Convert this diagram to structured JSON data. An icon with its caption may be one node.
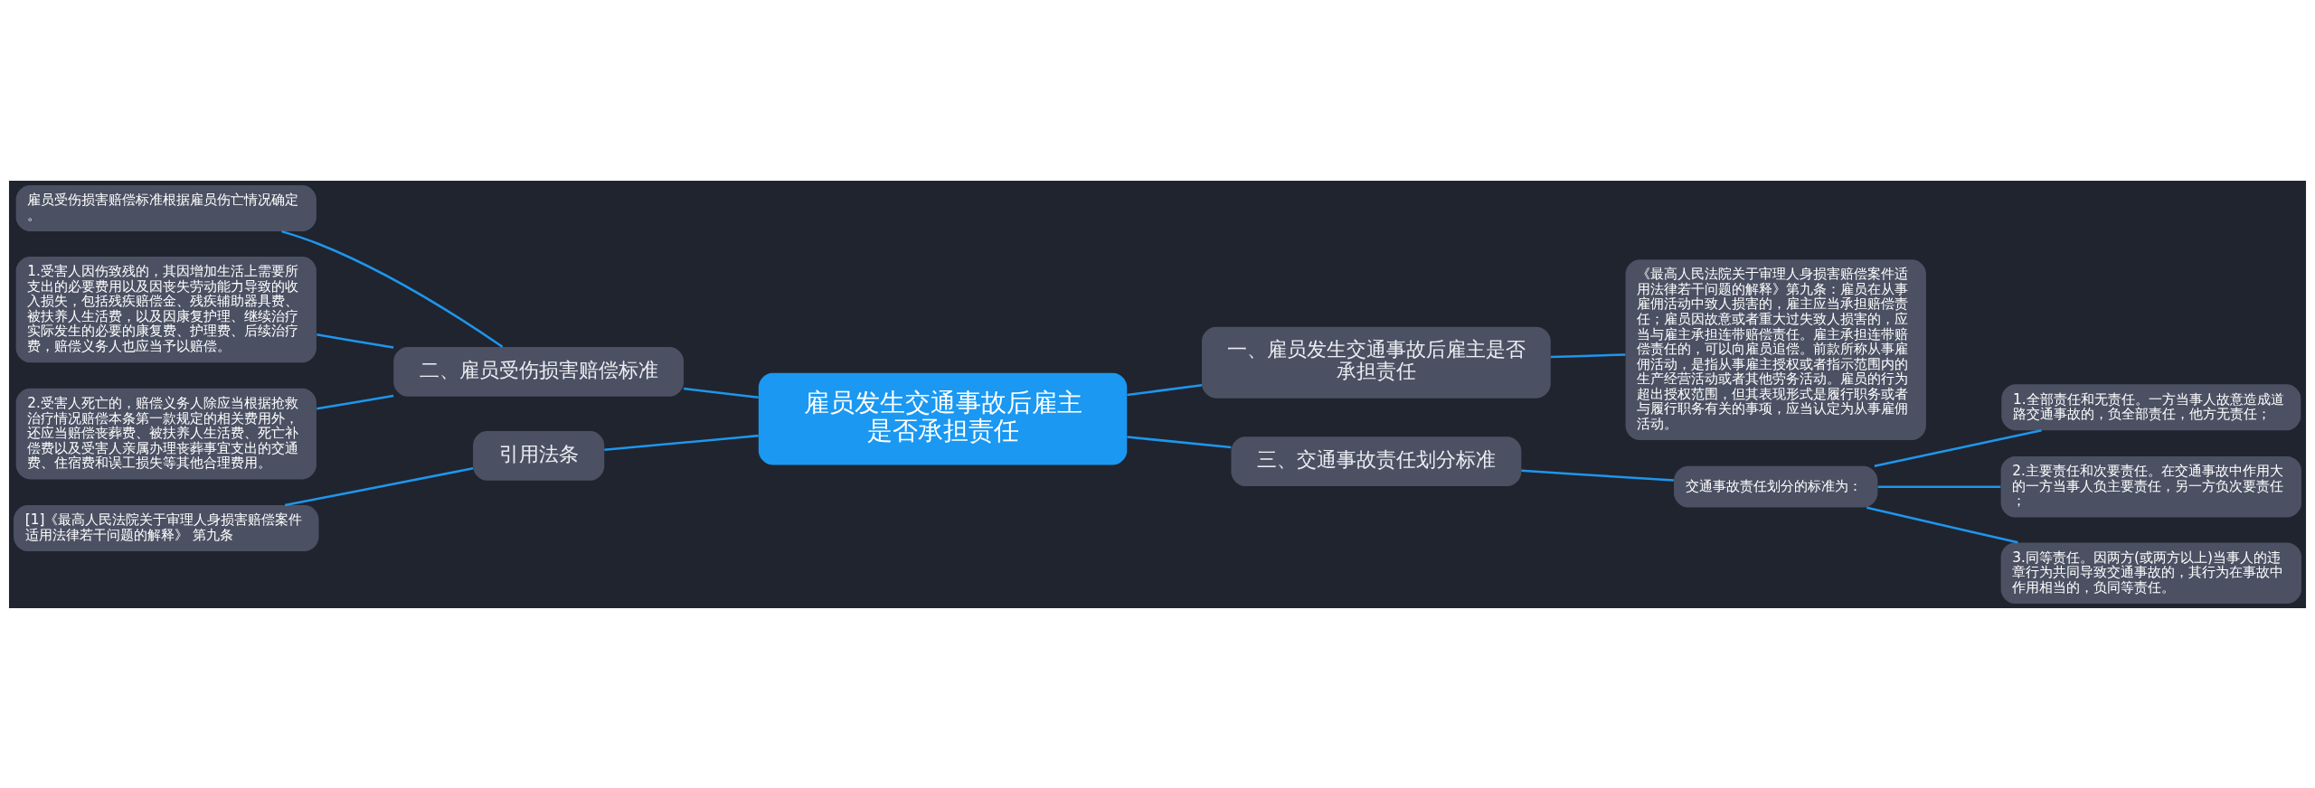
{
  "diagram": {
    "nodes": [
      {
        "text": [
          "雇员发生交通事故后雇主是否承担责任"
        ]
      },
      {
        "text": [
          "一、雇员发生交通事故后雇主是否承担责任"
        ]
      },
      {
        "text": [
          "《最高人民法院关于审理人身损害赔偿案件适用法律若干问题的解释》第九条：雇员在从事雇佣活动中致人损害的，雇主应当承担赔偿责任；雇员因故意或者重大过失致人损害的，应当与雇主承担连带赔偿责任。雇主承担连带赔偿责任的，可以向雇员追偿。前款所称从事雇佣活动，是指从事雇主授权或者指示范围内的生产经营活动或者其他劳务活动。雇员的行为超出授权范围，但其表现形式是履行职务或者与履行职务有关的事项，应当认定为从事雇佣活动。"
        ]
      },
      {
        "text": [
          "二、雇员受伤损害赔偿标准"
        ]
      },
      {
        "text": [
          "雇员受伤损害赔偿标准根据雇员伤亡情况确定。"
        ]
      },
      {
        "text": [
          "1.受害人因伤致残的，其因增加生活上需要所支出的必要费用以及因丧失劳动能力导致的收入损失，包括残疾赔偿金、残疾辅助器具费、被扶养人生活费，以及因康复护理、继续治疗实际发生的必要的康复费、护理费、后续治疗费，赔偿义务人也应当予以赔偿。"
        ]
      },
      {
        "text": [
          "2.受害人死亡的，赔偿义务人除应当根据抢救治疗情况赔偿本条第一款规定的相关费用外，还应当赔偿丧葬费、被扶养人生活费、死亡补偿费以及受害人亲属办理丧葬事宜支出的交通费、住宿费和误工损失等其他合理费用。"
        ]
      },
      {
        "text": [
          "三、交通事故责任划分标准"
        ]
      },
      {
        "text": [
          "交通事故责任划分的标准为："
        ]
      },
      {
        "text": [
          "1.全部责任和无责任。一方当事人故意造成道路交通事故的，负全部责任，他方无责任；"
        ]
      },
      {
        "text": [
          "2.主要责任和次要责任。在交通事故中作用大的一方当事人负主要责任，另一方负次要责任；"
        ]
      },
      {
        "text": [
          "3.同等责任。因两方(或两方以上)当事人的违章行为共同导致交通事故的，其行为在事故中作用相当的，负同等责任。"
        ]
      },
      {
        "text": [
          "引用法条"
        ]
      },
      {
        "text": [
          "[1]《最高人民法院关于审理人身损害赔偿案件适用法律若干问题的解释》 第九条"
        ]
      }
    ],
    "edges": [
      {
        "from": 0,
        "to": 1,
        "arrow": "none"
      },
      {
        "from": 1,
        "to": 2,
        "arrow": "none"
      },
      {
        "from": 3,
        "to": 0,
        "arrow": "none"
      },
      {
        "from": 4,
        "to": 3,
        "arrow": "none"
      },
      {
        "from": 5,
        "to": 3,
        "arrow": "none"
      },
      {
        "from": 6,
        "to": 3,
        "arrow": "none"
      },
      {
        "from": 0,
        "to": 7,
        "arrow": "none"
      },
      {
        "from": 7,
        "to": 8,
        "arrow": "none"
      },
      {
        "from": 8,
        "to": 9,
        "arrow": "none"
      },
      {
        "from": 8,
        "to": 10,
        "arrow": "none"
      },
      {
        "from": 8,
        "to": 11,
        "arrow": "none"
      },
      {
        "from": 12,
        "to": 0,
        "arrow": "none"
      },
      {
        "from": 13,
        "to": 12,
        "arrow": "none"
      }
    ]
  }
}
